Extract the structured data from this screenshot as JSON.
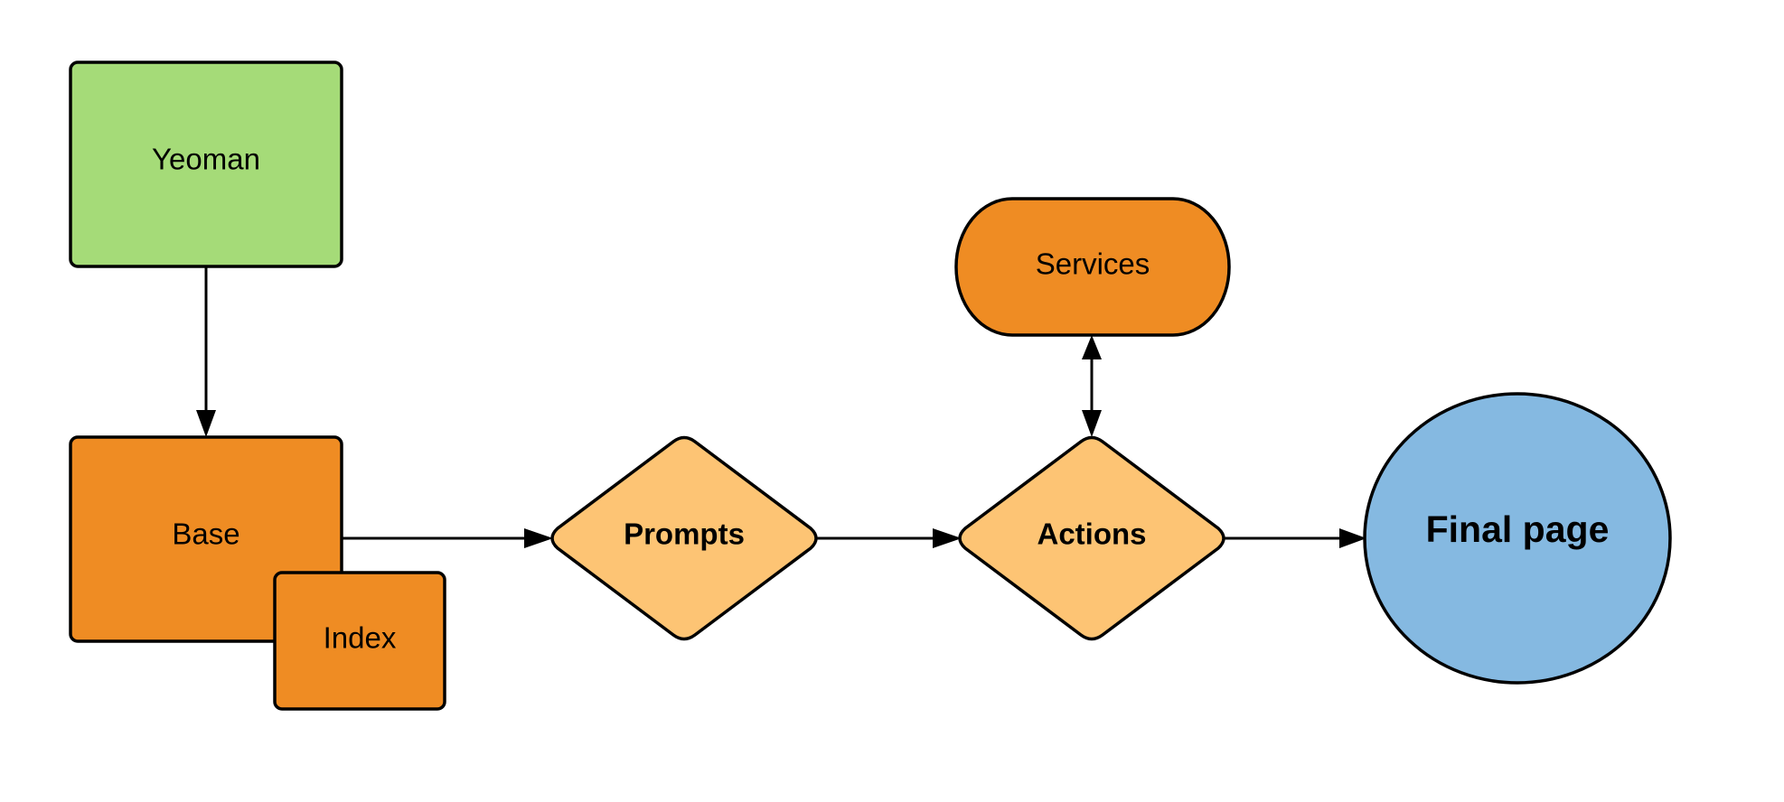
{
  "colors": {
    "green": "#a5db78",
    "orange": "#ef8c23",
    "light_orange": "#fdc474",
    "blue": "#85b9e1",
    "stroke": "#000000"
  },
  "nodes": {
    "yeoman": {
      "label": "Yeoman",
      "shape": "rounded-rectangle"
    },
    "base": {
      "label": "Base",
      "shape": "rounded-rectangle"
    },
    "index": {
      "label": "Index",
      "shape": "rounded-rectangle"
    },
    "prompts": {
      "label": "Prompts",
      "shape": "diamond"
    },
    "services": {
      "label": "Services",
      "shape": "stadium"
    },
    "actions": {
      "label": "Actions",
      "shape": "diamond"
    },
    "final_page": {
      "label": "Final page",
      "shape": "ellipse"
    }
  },
  "edges": [
    {
      "from": "Yeoman",
      "to": "Base",
      "direction": "forward"
    },
    {
      "from": "Base",
      "to": "Prompts",
      "direction": "forward"
    },
    {
      "from": "Prompts",
      "to": "Actions",
      "direction": "forward"
    },
    {
      "from": "Actions",
      "to": "Services",
      "direction": "both"
    },
    {
      "from": "Actions",
      "to": "Final page",
      "direction": "forward"
    }
  ]
}
